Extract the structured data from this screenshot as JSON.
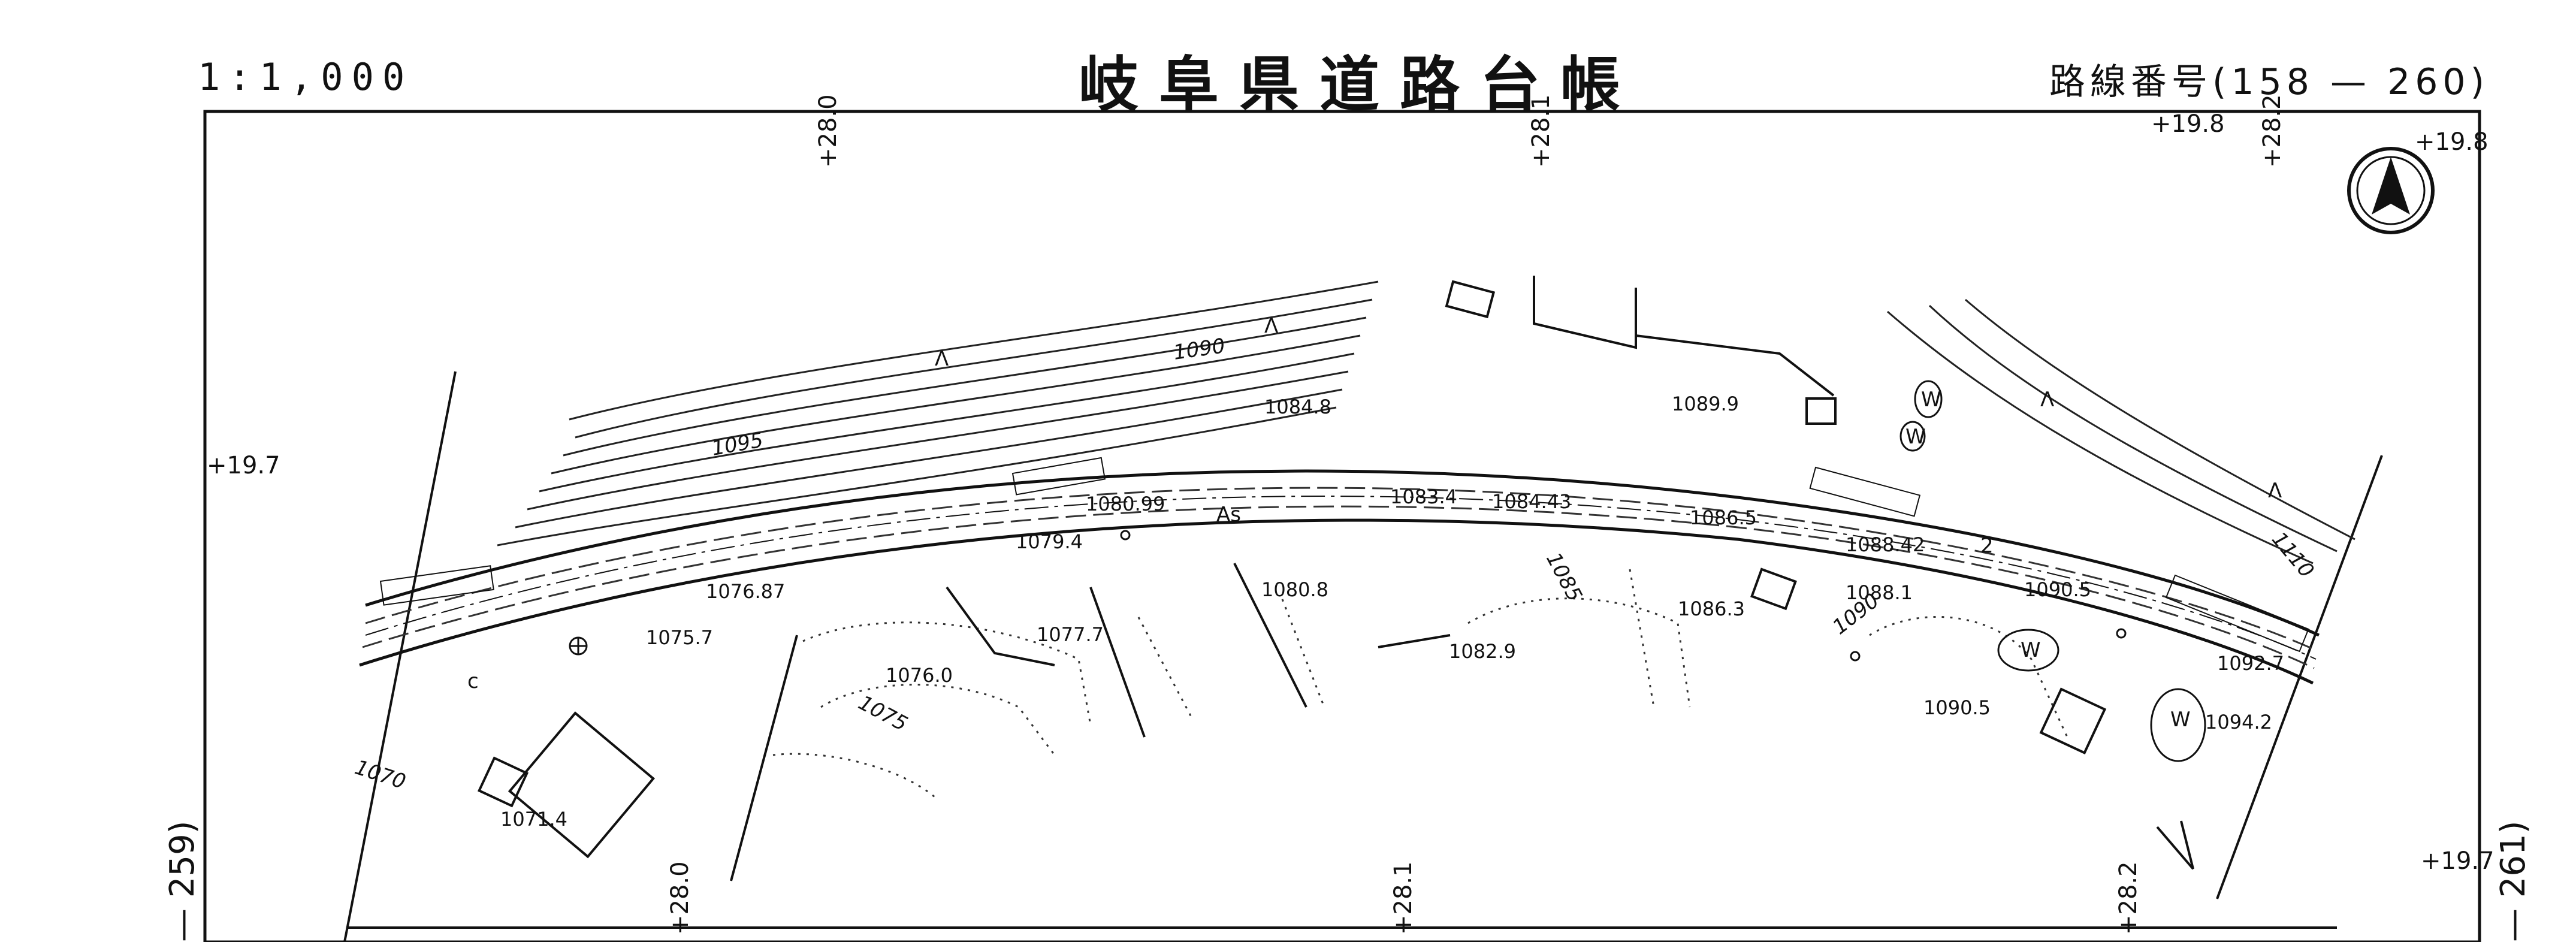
{
  "header": {
    "scale": "1:1,000",
    "title": "岐阜県道路台帳",
    "route_label": "路線番号(158 — 260)"
  },
  "map": {
    "sheet_prev": "— 259)",
    "sheet_next": "— 261)",
    "station_marks": [
      "+28.0",
      "+28.1",
      "+28.2",
      "+19.8",
      "+19.7",
      "+19.8",
      "+19.7"
    ],
    "contours": [
      "1070",
      "1075",
      "1085",
      "1090",
      "1090",
      "1095",
      "1110"
    ],
    "elevations": [
      "1084.8",
      "1089.9",
      "1080.99",
      "1083.4",
      "1084.43",
      "1086.5",
      "1088.42",
      "1079.4",
      "1080.8",
      "1076.87",
      "1075.7",
      "1077.7",
      "1076.0",
      "1082.9",
      "1086.3",
      "1088.1",
      "1090.5",
      "1092.7",
      "1090.5",
      "1094.2",
      "1071.4"
    ],
    "surface_label": "As",
    "symbols": [
      "W",
      "W",
      "W",
      "W",
      "c",
      "2",
      "Λ",
      "Λ",
      "Λ",
      "Λ"
    ],
    "north_arrow": "north-arrow"
  }
}
